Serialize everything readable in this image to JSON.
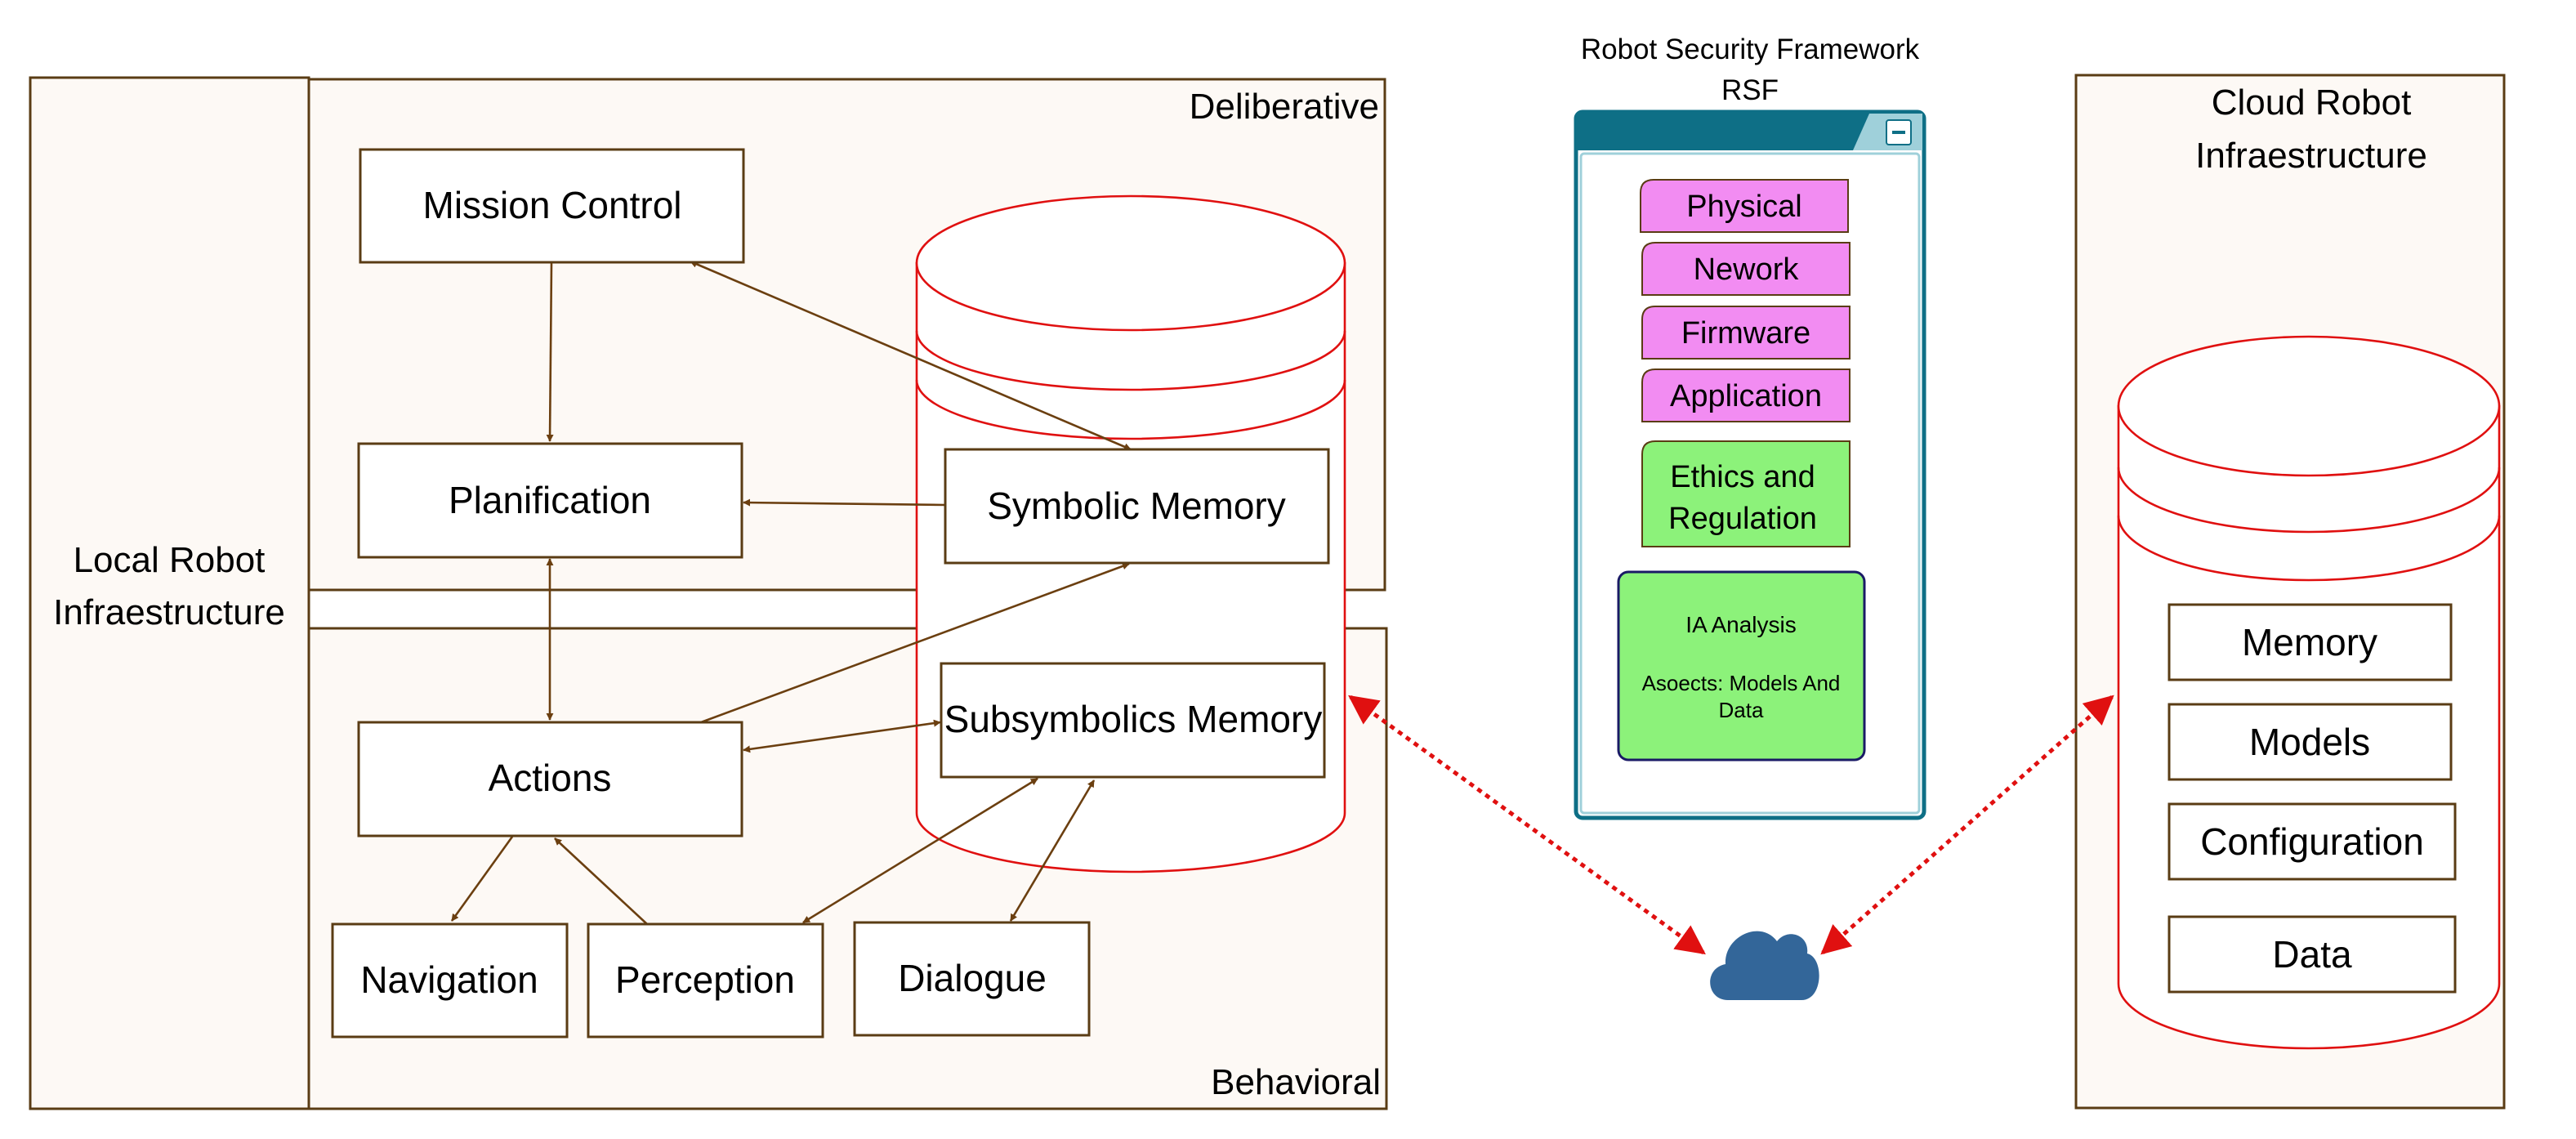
{
  "regions": {
    "local": [
      "Local Robot",
      "Infraestructure"
    ],
    "deliberative": "Deliberative",
    "behavioral": "Behavioral",
    "cloud": [
      "Cloud Robot",
      "Infraestructure"
    ]
  },
  "modules": {
    "mission_control": "Mission Control",
    "planification": "Planification",
    "symbolic_memory": "Symbolic Memory",
    "actions": "Actions",
    "subsymbolic_memory": "Subsymbolics Memory",
    "navigation": "Navigation",
    "perception": "Perception",
    "dialogue": "Dialogue"
  },
  "rsf": {
    "title_line1": "Robot Security Framework",
    "title_line2": "RSF",
    "minimize_icon": "minus-icon",
    "items": [
      "Physical",
      "Nework",
      "Firmware",
      "Application"
    ],
    "ethics": [
      "Ethics and",
      "Regulation"
    ],
    "ia": {
      "line1": "IA Analysis",
      "line2": "Asoects: Models And",
      "line3": "Data"
    }
  },
  "cloud_store": [
    "Memory",
    "Models",
    "Configuration",
    "Data"
  ],
  "icons": {
    "cloud": "cloud-icon"
  },
  "colors": {
    "border": "#5a3c14",
    "region_fill": "#fdf9f5",
    "cylinder": "#e01010",
    "arrow": "#6b3f10",
    "network_link": "#e01010",
    "rsf_header": "#0e6f86",
    "rsf_tab": "#9fd0da",
    "layer_item": "#f28cf2",
    "ethics_item": "#8cf27a",
    "cloud_icon": "#336699"
  }
}
